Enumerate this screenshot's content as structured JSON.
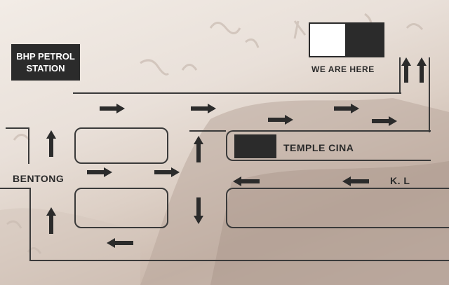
{
  "map": {
    "labels": {
      "petrol_station": "BHP PETROL\nSTATION",
      "we_are_here": "WE ARE HERE",
      "temple": "TEMPLE CINA",
      "bentong": "BENTONG",
      "kl": "K. L"
    },
    "colors": {
      "road": "#3a3a3a",
      "arrow": "#2b2b2b",
      "marker_dark": "#2b2b2b",
      "marker_light": "#ffffff",
      "label_text": "#2a2a2a"
    },
    "icons": [
      "arrow-right-icon",
      "arrow-left-icon",
      "arrow-up-icon",
      "arrow-down-icon"
    ]
  }
}
